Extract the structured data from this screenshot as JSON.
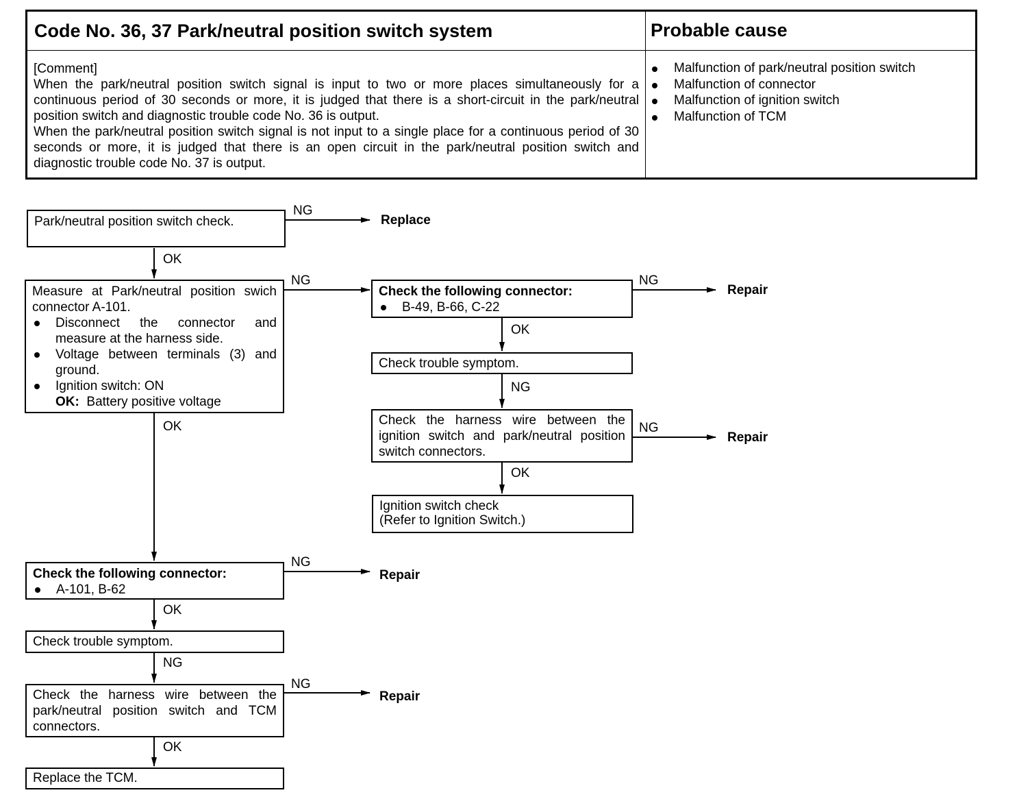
{
  "header": {
    "title": "Code No. 36, 37 Park/neutral position switch system",
    "cause_title": "Probable cause",
    "comment_tag": "[Comment]",
    "comment_p1": "When the park/neutral position switch signal is input to two or more places simultaneously for a continuous period of 30 seconds or more, it is judged that there is a short-circuit in the park/neutral position switch and diagnostic trouble code No. 36 is output.",
    "comment_p2": "When the park/neutral position switch signal is not input to a single place for a continuous period of 30 seconds or more, it is judged that there is an open circuit in the park/neutral position switch and diagnostic trouble code No. 37 is output.",
    "causes": [
      "Malfunction of park/neutral position switch",
      "Malfunction of connector",
      "Malfunction of ignition switch",
      "Malfunction of TCM"
    ]
  },
  "flow": {
    "step1": "Park/neutral position switch check.",
    "step2": {
      "line1": "Measure at Park/neutral position swich connector A-101.",
      "b1": "Disconnect the connector and measure at the harness side.",
      "b2": "Voltage between terminals (3) and ground.",
      "b3": "Ignition switch: ON",
      "ok_label": "OK:",
      "ok_value": "Battery positive voltage"
    },
    "right1": {
      "title": "Check the following connector:",
      "item": "B-49, B-66, C-22"
    },
    "right2": "Check trouble symptom.",
    "right3": "Check the harness wire between the ignition switch and park/neutral position switch connectors.",
    "right4": {
      "line1": "Ignition switch check",
      "line2": "(Refer to Ignition Switch.)"
    },
    "left3": {
      "title": "Check the following connector:",
      "item": "A-101, B-62"
    },
    "left4": "Check trouble symptom.",
    "left5": "Check the harness wire between the park/neutral position switch and TCM connectors.",
    "left6": "Replace the TCM.",
    "labels": {
      "ng": "NG",
      "ok": "OK"
    },
    "results": {
      "replace": "Replace",
      "repair": "Repair"
    }
  }
}
